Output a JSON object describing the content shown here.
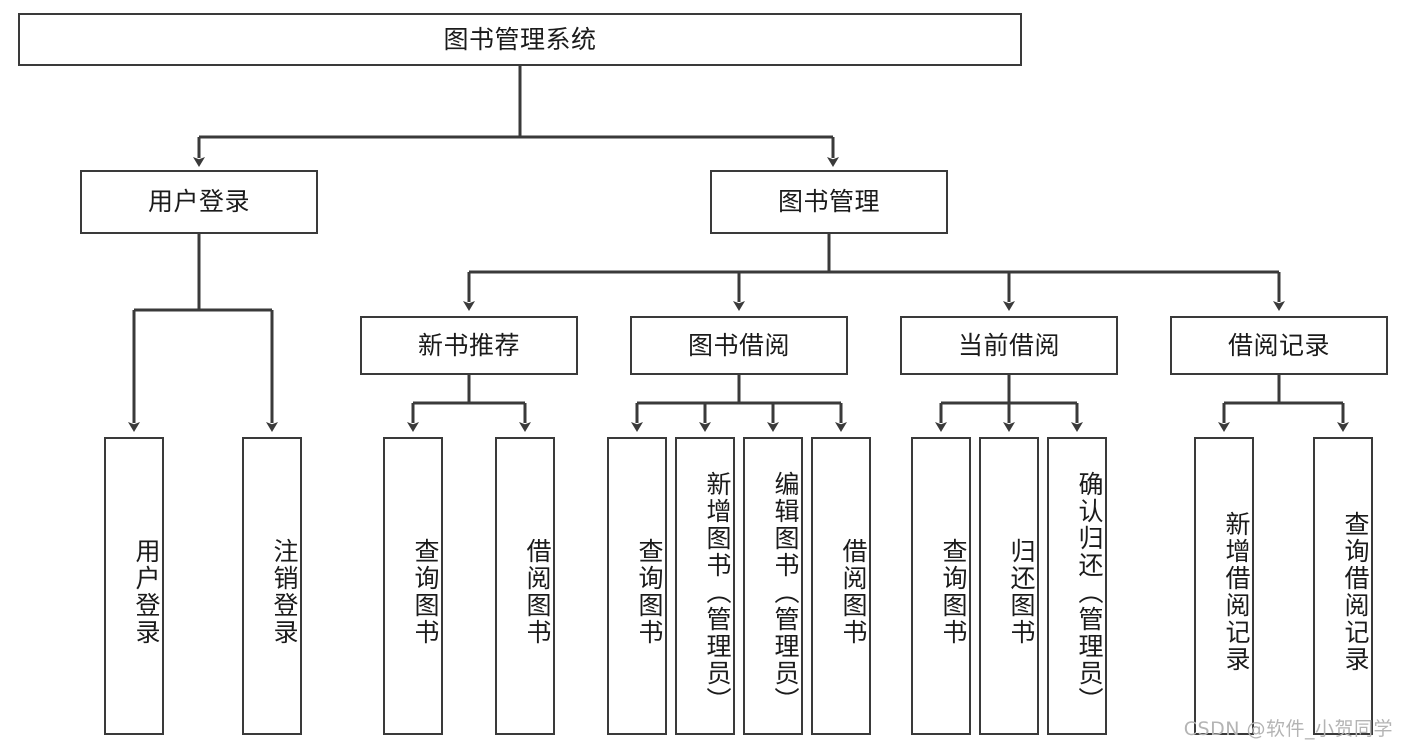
{
  "diagram": {
    "title": "图书管理系统",
    "type": "hierarchy-tree",
    "levels": 4
  },
  "nodes": {
    "root": {
      "label": "图书管理系统"
    },
    "level2": [
      {
        "id": "user-login",
        "label": "用户登录"
      },
      {
        "id": "book-manage",
        "label": "图书管理"
      }
    ],
    "level3": [
      {
        "id": "new-book-recommend",
        "label": "新书推荐",
        "parent": "book-manage"
      },
      {
        "id": "book-borrow",
        "label": "图书借阅",
        "parent": "book-manage"
      },
      {
        "id": "current-borrow",
        "label": "当前借阅",
        "parent": "book-manage"
      },
      {
        "id": "borrow-record",
        "label": "借阅记录",
        "parent": "book-manage"
      }
    ],
    "leaves": [
      {
        "id": "leaf-user-login",
        "label": "用户登录",
        "parent": "user-login"
      },
      {
        "id": "leaf-logout-login",
        "label": "注销登录",
        "parent": "user-login"
      },
      {
        "id": "leaf-query-book-1",
        "label": "查询图书",
        "parent": "new-book-recommend"
      },
      {
        "id": "leaf-borrow-book-1",
        "label": "借阅图书",
        "parent": "new-book-recommend"
      },
      {
        "id": "leaf-query-book-2",
        "label": "查询图书",
        "parent": "book-borrow"
      },
      {
        "id": "leaf-add-book",
        "label": "新增图书（管理员）",
        "parent": "book-borrow"
      },
      {
        "id": "leaf-edit-book",
        "label": "编辑图书（管理员）",
        "parent": "book-borrow"
      },
      {
        "id": "leaf-borrow-book-2",
        "label": "借阅图书",
        "parent": "book-borrow"
      },
      {
        "id": "leaf-query-book-3",
        "label": "查询图书",
        "parent": "current-borrow"
      },
      {
        "id": "leaf-return-book",
        "label": "归还图书",
        "parent": "current-borrow"
      },
      {
        "id": "leaf-confirm-return",
        "label": "确认归还（管理员）",
        "parent": "current-borrow"
      },
      {
        "id": "leaf-add-record",
        "label": "新增借阅记录",
        "parent": "borrow-record"
      },
      {
        "id": "leaf-query-record",
        "label": "查询借阅记录",
        "parent": "borrow-record"
      }
    ]
  },
  "watermark": {
    "text": "CSDN @软件_小贺同学"
  },
  "colors": {
    "stroke": "#3a3a3a",
    "fill": "#ffffff",
    "text": "#1b1b1b",
    "watermark": "#b4b4b4"
  }
}
